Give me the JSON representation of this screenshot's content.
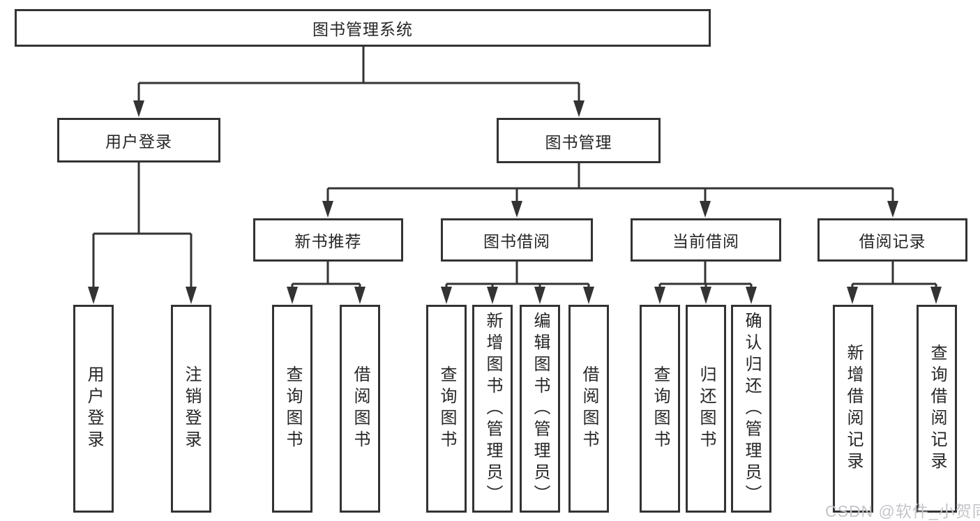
{
  "colors": {
    "line": "#333333",
    "text": "#262626",
    "background": "#ffffff",
    "watermark": "#c4c4ca"
  },
  "diagram": {
    "nodes": {
      "root": {
        "label": "图书管理系统"
      },
      "user_login": {
        "label": "用户登录"
      },
      "book_management": {
        "label": "图书管理"
      },
      "new_book_recommend": {
        "label": "新书推荐"
      },
      "book_borrowing": {
        "label": "图书借阅"
      },
      "current_borrowing": {
        "label": "当前借阅"
      },
      "borrowing_records": {
        "label": "借阅记录"
      },
      "leaf_user_login": {
        "label": "用户登录"
      },
      "leaf_logout": {
        "label": "注销登录"
      },
      "leaf_rec_query_books": {
        "label": "查询图书"
      },
      "leaf_rec_borrow_books": {
        "label": "借阅图书"
      },
      "leaf_bor_query_books": {
        "label": "查询图书"
      },
      "leaf_bor_add_books": {
        "label": "新增图书（管理员）"
      },
      "leaf_bor_edit_books": {
        "label": "编辑图书（管理员）"
      },
      "leaf_bor_borrow_books": {
        "label": "借阅图书"
      },
      "leaf_cur_query_books": {
        "label": "查询图书"
      },
      "leaf_cur_return_books": {
        "label": "归还图书"
      },
      "leaf_cur_confirm_return": {
        "label": "确认归还（管理员）"
      },
      "leaf_rcd_add_record": {
        "label": "新增借阅记录"
      },
      "leaf_rcd_query_record": {
        "label": "查询借阅记录"
      }
    }
  },
  "watermark": {
    "text": "CSDN @软件_小贺同学"
  }
}
